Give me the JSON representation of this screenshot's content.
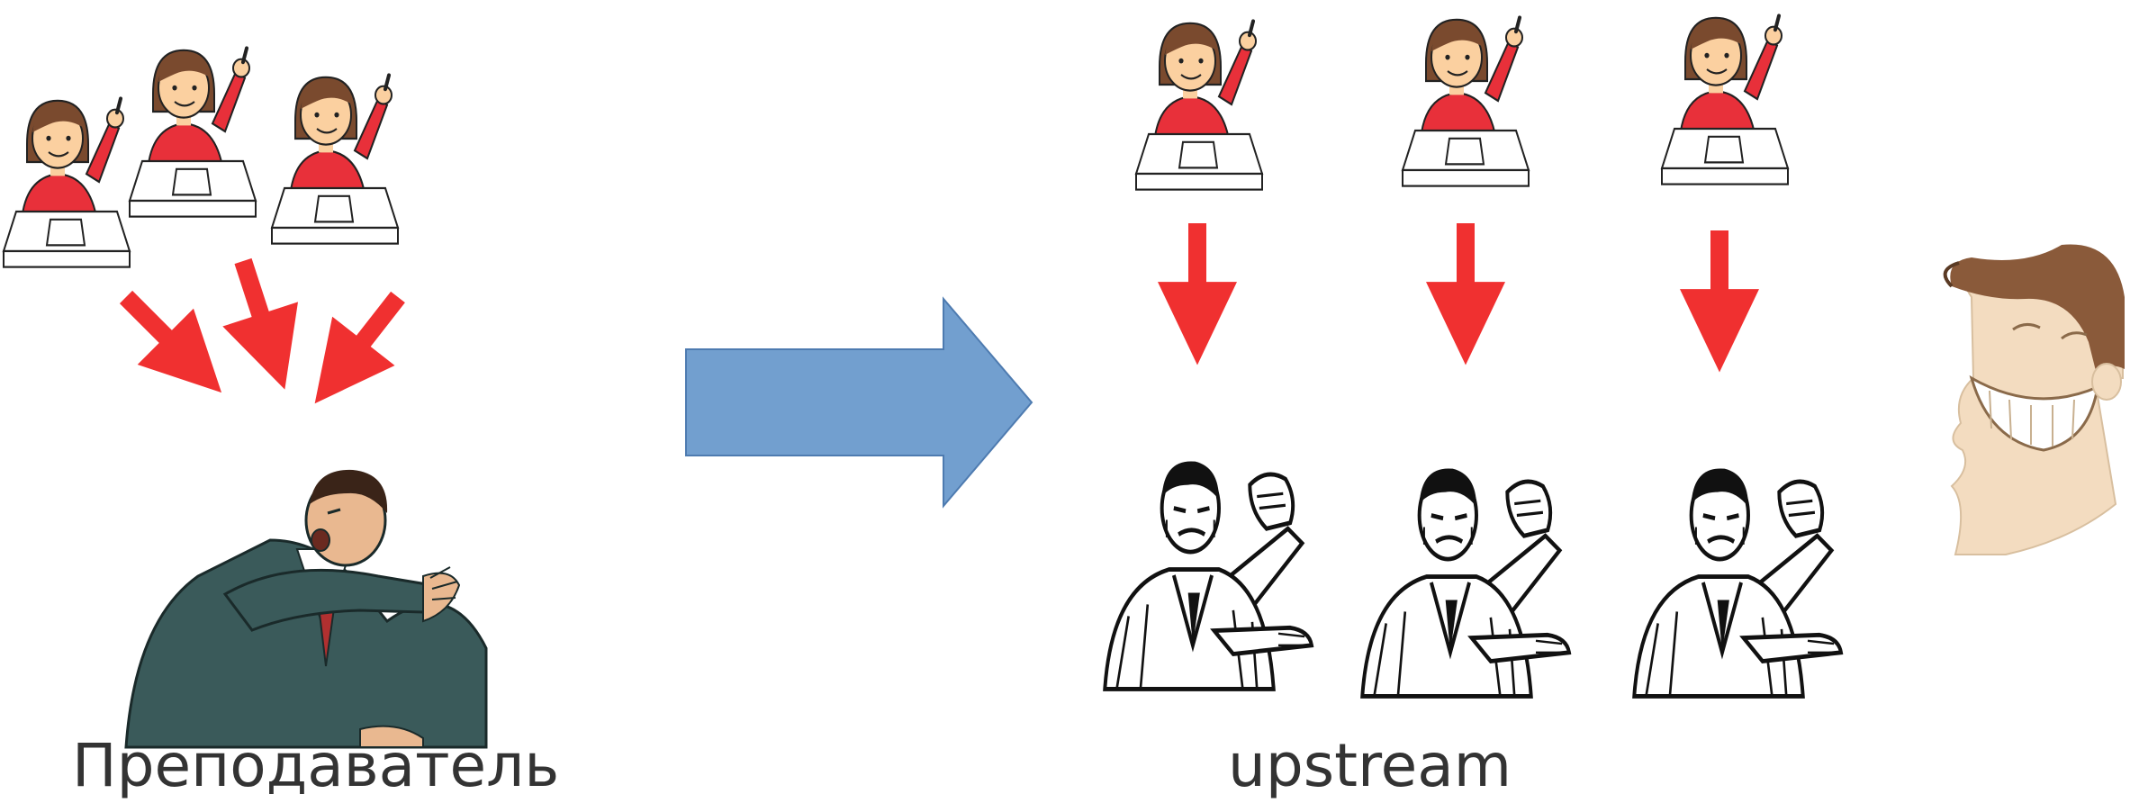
{
  "captions": {
    "left": "Преподаватель",
    "right": "upstream"
  },
  "colors": {
    "background": "#ffffff",
    "red_arrow": "#f03030",
    "blue_arrow": "#729fcf",
    "blue_arrow_stroke": "#4e7bb0",
    "shirt": "#e8303a",
    "hair_girl": "#7a4a2e",
    "skin": "#fbd0a0",
    "desk": "#ffffff",
    "desk_stroke": "#222222",
    "teacher_suit": "#3a5a5a",
    "man_ink": "#111111",
    "smiley_skin": "#f3dcc0",
    "smiley_hair": "#8a5a3a",
    "caption_text": "#333333"
  },
  "scene": {
    "left_group": {
      "students": [
        "student",
        "student",
        "student"
      ],
      "teacher": "overwhelmed-teacher"
    },
    "transition": "blue-arrow",
    "right_group": {
      "students": [
        "student",
        "student",
        "student"
      ],
      "maintainers": [
        "upstream-maintainer",
        "upstream-maintainer",
        "upstream-maintainer"
      ],
      "happy": "smiling-face"
    }
  }
}
